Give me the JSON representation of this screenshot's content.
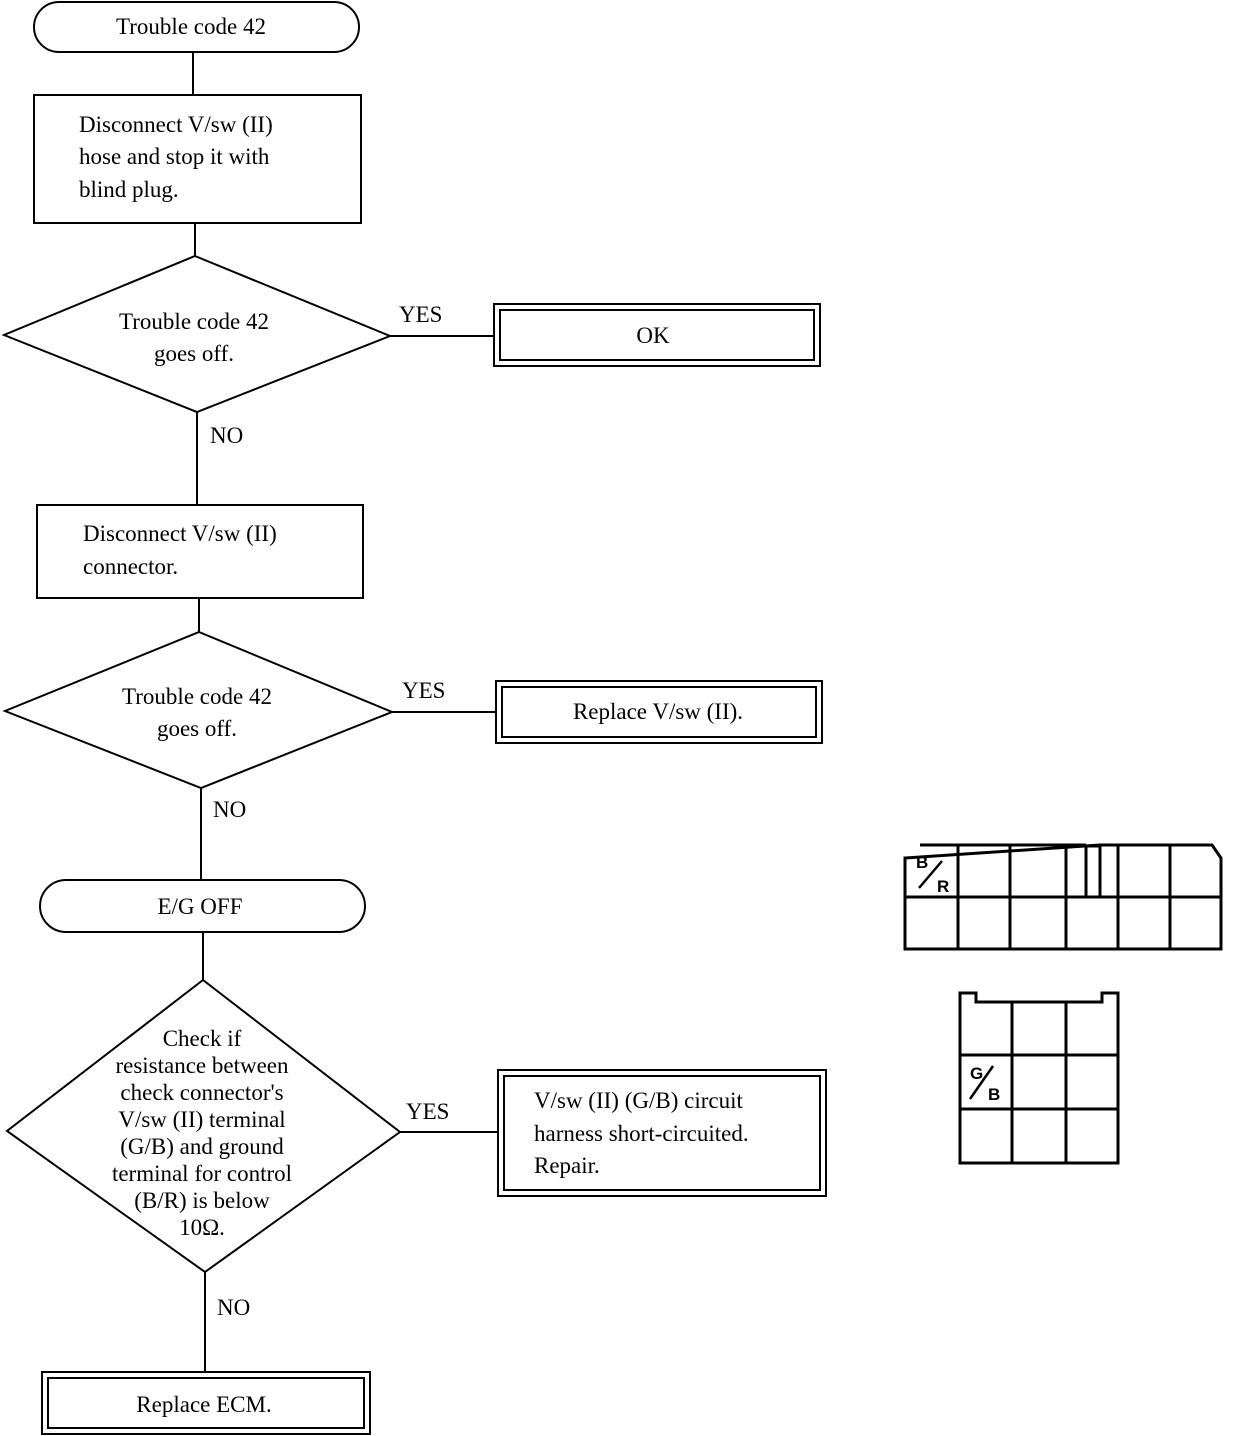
{
  "flowchart": {
    "start": {
      "label": "Trouble code 42"
    },
    "step1": {
      "lines": [
        "Disconnect V/sw (II)",
        "hose and stop it with",
        "blind plug."
      ]
    },
    "decision1": {
      "lines": [
        "Trouble code 42",
        "goes off."
      ],
      "yes_label": "YES",
      "no_label": "NO",
      "yes_result": {
        "lines": [
          "OK"
        ]
      }
    },
    "step2": {
      "lines": [
        "Disconnect V/sw (II)",
        "connector."
      ]
    },
    "decision2": {
      "lines": [
        "Trouble code 42",
        "goes off."
      ],
      "yes_label": "YES",
      "no_label": "NO",
      "yes_result": {
        "lines": [
          "Replace V/sw (II)."
        ]
      }
    },
    "condition": {
      "label": "E/G OFF"
    },
    "decision3": {
      "lines": [
        "Check if",
        "resistance between",
        "check connector's",
        "V/sw (II) terminal",
        "(G/B) and ground",
        "terminal for control",
        "(B/R) is below",
        "10Ω."
      ],
      "yes_label": "YES",
      "no_label": "NO",
      "yes_result": {
        "lines": [
          "V/sw (II) (G/B) circuit",
          "harness short-circuited.",
          "Repair."
        ]
      }
    },
    "end": {
      "lines": [
        "Replace ECM."
      ]
    }
  },
  "connectors": {
    "connector_a": {
      "pin_label_top": "B",
      "pin_label_bottom": "R",
      "rows": 2,
      "cols": 6
    },
    "connector_b": {
      "pin_label_top": "G",
      "pin_label_bottom": "B",
      "rows": 3,
      "cols": 3
    }
  }
}
